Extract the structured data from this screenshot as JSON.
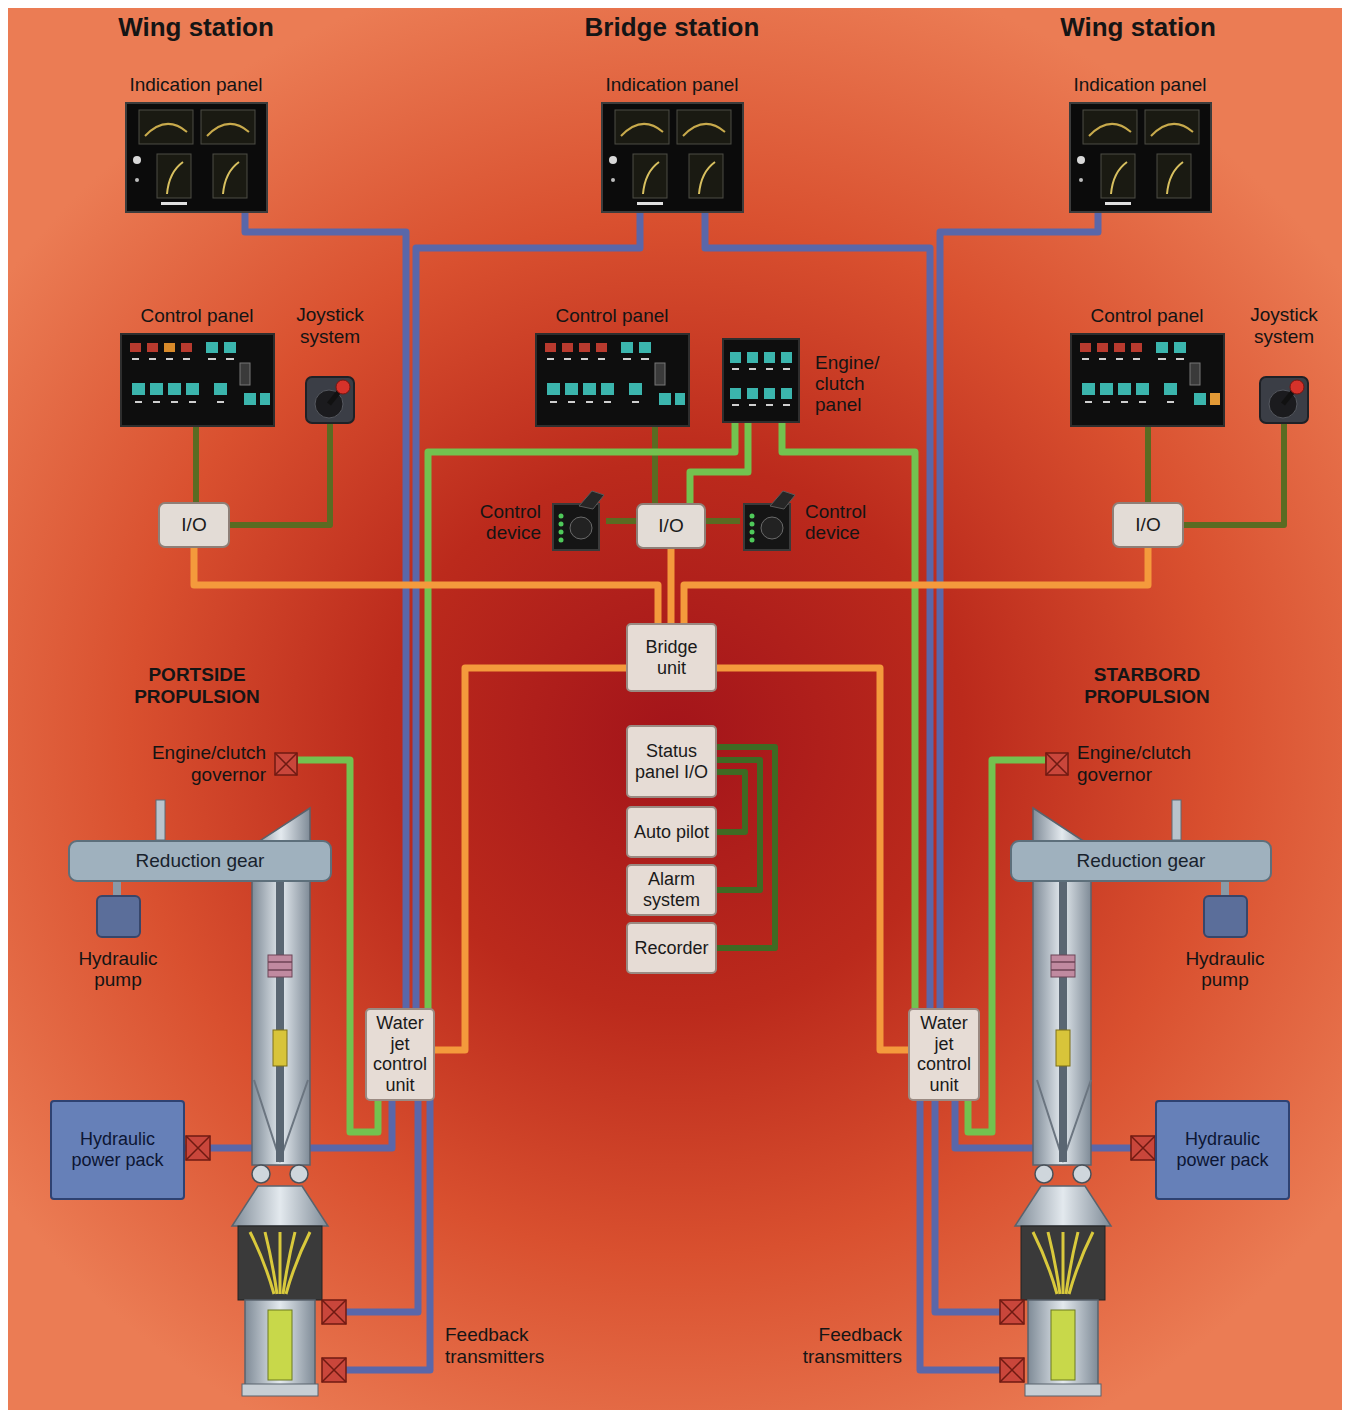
{
  "diagram": {
    "nodes": [
      {
        "text": [
          "Indication panel"
        ]
      },
      {
        "text": [
          "Indication panel"
        ]
      },
      {
        "text": [
          "Indication panel"
        ]
      },
      {
        "text": [
          "Control panel"
        ]
      },
      {
        "text": [
          "Joystick system"
        ]
      },
      {
        "text": [
          "Control panel"
        ]
      },
      {
        "text": [
          "Engine/ clutch panel"
        ]
      },
      {
        "text": [
          "Control panel"
        ]
      },
      {
        "text": [
          "Joystick system"
        ]
      },
      {
        "text": [
          "I/O"
        ]
      },
      {
        "text": [
          "Control device"
        ]
      },
      {
        "text": [
          "I/O"
        ]
      },
      {
        "text": [
          "Control device"
        ]
      },
      {
        "text": [
          "I/O"
        ]
      },
      {
        "text": [
          "Bridge unit"
        ]
      },
      {
        "text": [
          "Engine/clutch governor"
        ]
      },
      {
        "text": [
          "Engine/clutch governor"
        ]
      },
      {
        "text": [
          "Status panel I/O"
        ]
      },
      {
        "text": [
          "Reduction gear"
        ]
      },
      {
        "text": [
          "Reduction gear"
        ]
      },
      {
        "text": [
          "Auto pilot"
        ]
      },
      {
        "text": [
          "Alarm system"
        ]
      },
      {
        "text": [
          "Hydraulic pump"
        ]
      },
      {
        "text": [
          "Hydraulic pump"
        ]
      },
      {
        "text": [
          "Recorder"
        ]
      },
      {
        "text": [
          "Water jet control unit"
        ]
      },
      {
        "text": [
          "Water jet control unit"
        ]
      },
      {
        "text": [
          "Hydraulic power pack"
        ]
      },
      {
        "text": [
          "Hydraulic power pack"
        ]
      }
    ],
    "edges": [
      {
        "from": 0,
        "to": 25,
        "arrow": "none"
      },
      {
        "from": 1,
        "to": 25,
        "arrow": "none"
      },
      {
        "from": 1,
        "to": 26,
        "arrow": "none"
      },
      {
        "from": 2,
        "to": 26,
        "arrow": "none"
      },
      {
        "from": 3,
        "to": 9,
        "arrow": "none"
      },
      {
        "from": 4,
        "to": 9,
        "arrow": "none"
      },
      {
        "from": 5,
        "to": 11,
        "arrow": "none"
      },
      {
        "from": 6,
        "to": 11,
        "arrow": "none"
      },
      {
        "from": 6,
        "to": 25,
        "arrow": "none"
      },
      {
        "from": 6,
        "to": 26,
        "arrow": "none"
      },
      {
        "from": 10,
        "to": 11,
        "arrow": "none"
      },
      {
        "from": 12,
        "to": 11,
        "arrow": "none"
      },
      {
        "from": 7,
        "to": 13,
        "arrow": "none"
      },
      {
        "from": 8,
        "to": 13,
        "arrow": "none"
      },
      {
        "from": 9,
        "to": 14,
        "arrow": "none"
      },
      {
        "from": 11,
        "to": 14,
        "arrow": "none"
      },
      {
        "from": 13,
        "to": 14,
        "arrow": "none"
      },
      {
        "from": 14,
        "to": 25,
        "arrow": "none"
      },
      {
        "from": 14,
        "to": 26,
        "arrow": "none"
      },
      {
        "from": 15,
        "to": 25,
        "arrow": "none"
      },
      {
        "from": 16,
        "to": 26,
        "arrow": "none"
      },
      {
        "from": 17,
        "to": 20,
        "arrow": "none"
      },
      {
        "from": 17,
        "to": 21,
        "arrow": "none"
      },
      {
        "from": 17,
        "to": 24,
        "arrow": "none"
      },
      {
        "from": 18,
        "to": 22,
        "arrow": "none"
      },
      {
        "from": 19,
        "to": 23,
        "arrow": "none"
      },
      {
        "from": 25,
        "to": 27,
        "arrow": "none"
      },
      {
        "from": 26,
        "to": 28,
        "arrow": "none"
      }
    ],
    "labels": [
      "Wing station",
      "Bridge station",
      "Wing station",
      "PORTSIDE PROPULSION",
      "STARBORD PROPULSION",
      "Feedback transmitters",
      "Feedback transmitters"
    ]
  }
}
